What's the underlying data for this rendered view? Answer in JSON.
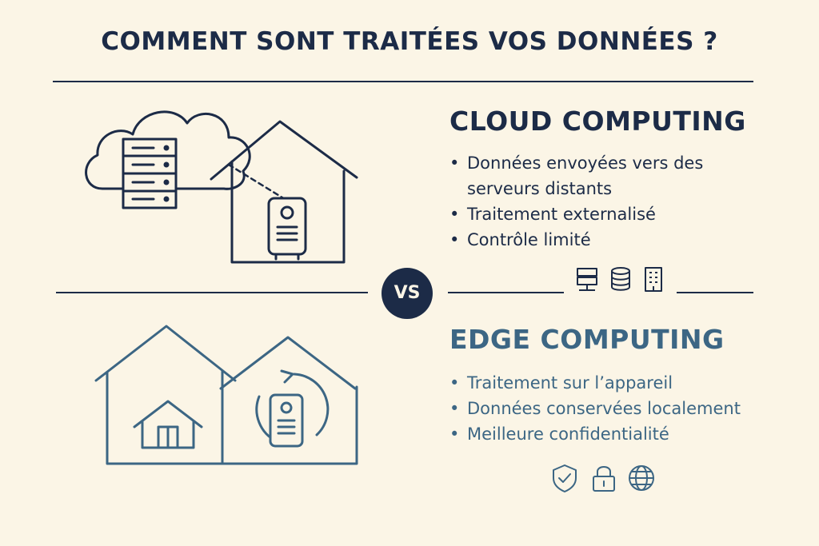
{
  "header": {
    "title": "COMMENT SONT TRAITÉES VOS DONNÉES ?"
  },
  "divider": {
    "vs_label": "VS"
  },
  "cloud": {
    "title": "CLOUD COMPUTING",
    "bullets": [
      "Données envoyées vers des serveurs distants",
      "Traitement externalisé",
      "Contrôle limité"
    ],
    "icons": [
      "network-server-icon",
      "database-icon",
      "building-icon"
    ],
    "color": "#1c2b47"
  },
  "edge": {
    "title": "EDGE COMPUTING",
    "bullets": [
      "Traitement sur l’appareil",
      "Données conservées localement",
      "Meilleure confidentialité"
    ],
    "icons": [
      "shield-check-icon",
      "padlock-icon",
      "globe-icon"
    ],
    "color": "#3c6684"
  },
  "colors": {
    "background": "#fbf5e6",
    "navy": "#1c2b47",
    "steel_blue": "#3c6684"
  }
}
